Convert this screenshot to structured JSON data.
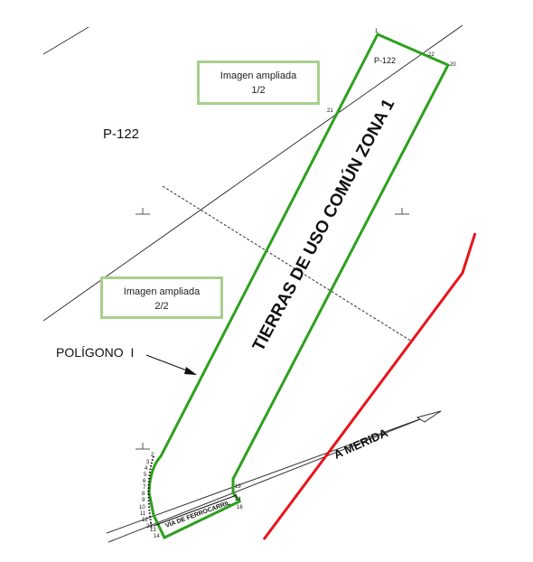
{
  "map": {
    "parcel_label_left": "P-122",
    "parcel_label_small": "P-122",
    "zone_label": "TIERRAS DE USO COMÚN ZONA 1",
    "polygon_label": "POLÍGONO  I",
    "road_label": "A MERIDA",
    "railway_label": "VÍA DE FERROCARRIL",
    "zoom_box_1": {
      "line1": "Imagen ampliada",
      "line2": "1/2"
    },
    "zoom_box_2": {
      "line1": "Imagen ampliada",
      "line2": "2/2"
    },
    "vertex_labels": {
      "v1": "1",
      "v2": "2",
      "v3": "3",
      "v4": "4",
      "v5": "5",
      "v6": "6",
      "v7": "7",
      "v8": "8",
      "v9": "9",
      "v10": "10",
      "v11": "11",
      "v12": "12",
      "v13": "13",
      "v14": "14",
      "v16": "16",
      "v19": "19",
      "v20": "20",
      "v21": "21",
      "v22": "22",
      "v23": "23",
      "v24": "24"
    },
    "colors": {
      "boundary": "#2ea01e",
      "road": "#e8141a",
      "lines": "#333333",
      "zoom_box_border": "#a8d08d"
    }
  }
}
